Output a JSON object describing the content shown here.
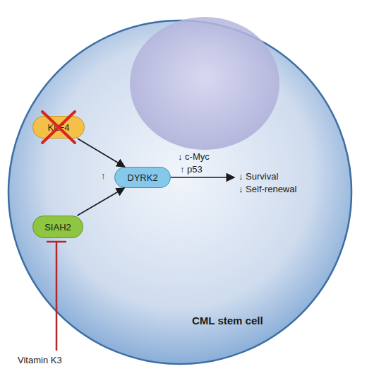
{
  "diagram": {
    "nodes": [
      {
        "text": [
          "CML stem cell"
        ]
      },
      {
        "text": [
          "KLF4"
        ],
        "in": 0
      },
      {
        "text": [
          "DYRK2"
        ],
        "in": 0
      },
      {
        "text": [
          "SIAH2"
        ],
        "in": 0
      }
    ],
    "edges": [
      {
        "from": 1,
        "to": 2,
        "arrow": "to"
      },
      {
        "from": 3,
        "to": 2,
        "arrow": "to"
      }
    ],
    "labels": [
      "↑",
      "↓ c-Myc",
      "↑ p53",
      "↓ Survival",
      "↓ Self-renewal",
      "Vitamin K3"
    ]
  }
}
